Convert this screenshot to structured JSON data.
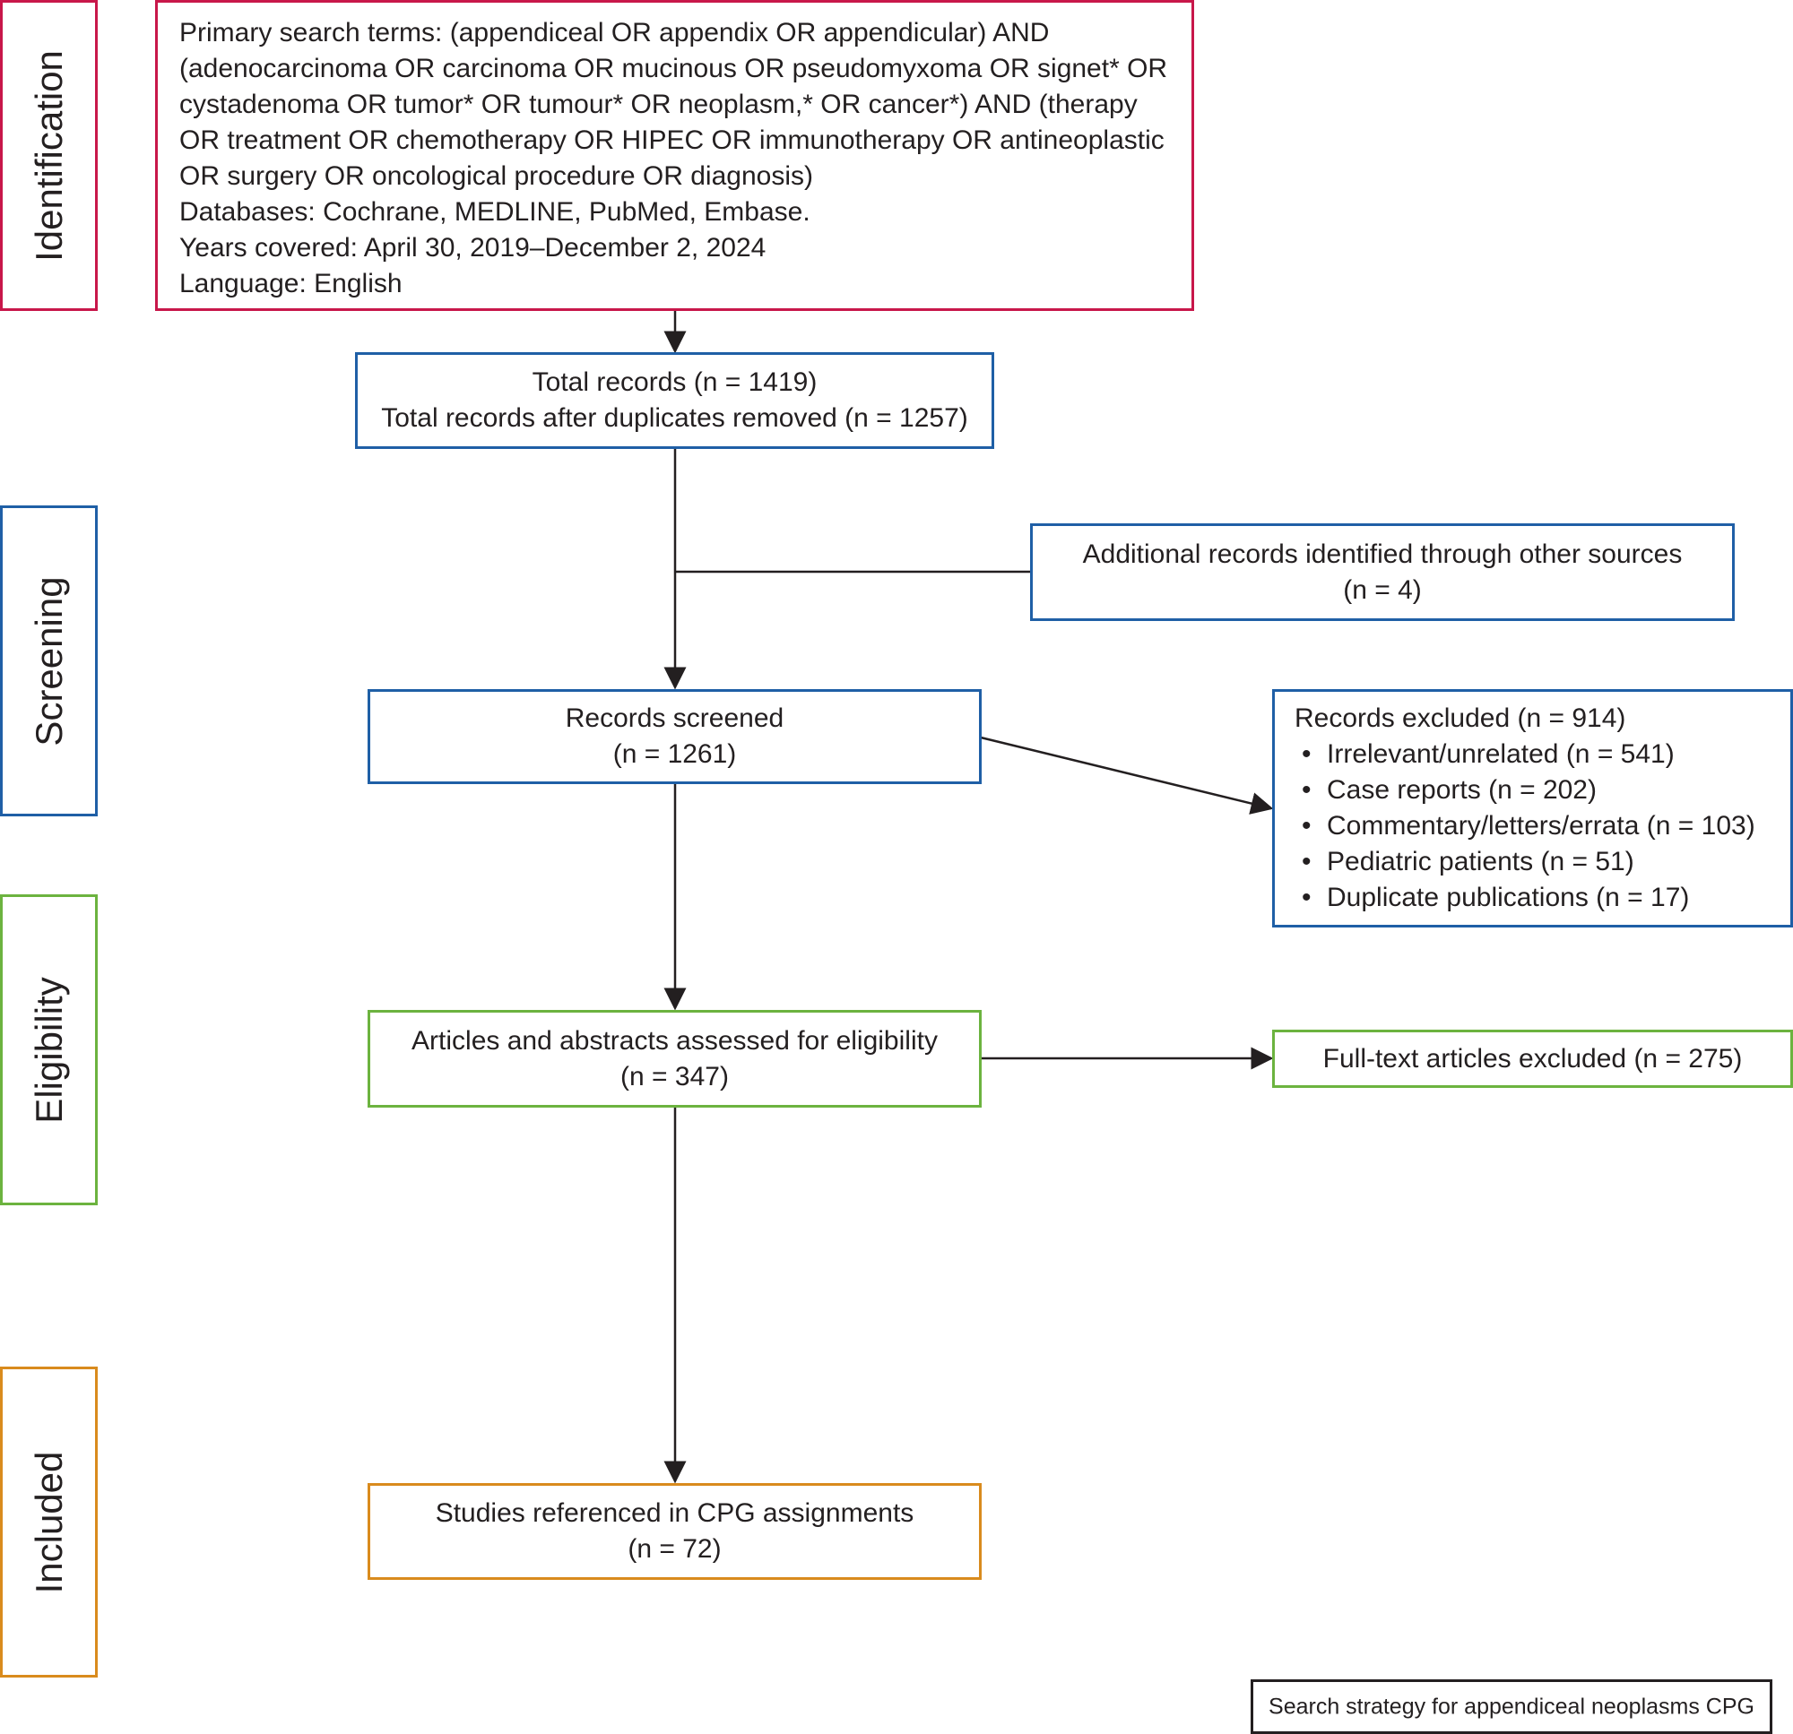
{
  "stages": [
    {
      "label": "Identification",
      "color": "#c8174a"
    },
    {
      "label": "Screening",
      "color": "#1f5fa6"
    },
    {
      "label": "Eligibility",
      "color": "#6cb33f"
    },
    {
      "label": "Included",
      "color": "#d98b1d"
    }
  ],
  "search": {
    "lines": [
      "Primary search terms: (appendiceal OR appendix OR appendicular) AND",
      "(adenocarcinoma OR carcinoma OR mucinous OR pseudomyxoma OR signet* OR",
      "cystadenoma OR tumor* OR tumour* OR neoplasm,* OR cancer*) AND (therapy",
      "OR treatment OR chemotherapy OR HIPEC OR immunotherapy OR antineoplastic",
      "OR surgery OR oncological procedure OR diagnosis)",
      "Databases: Cochrane, MEDLINE, PubMed, Embase.",
      "Years covered: April 30, 2019–December 2, 2024",
      "Language: English"
    ]
  },
  "total_records": {
    "line1": "Total records (n = 1419)",
    "line2": "Total records after duplicates removed (n = 1257)"
  },
  "additional_records": {
    "line1": "Additional records identified through other sources",
    "line2": "(n = 4)"
  },
  "records_screened": {
    "line1": "Records screened",
    "line2": "(n = 1261)"
  },
  "records_excluded": {
    "title": "Records excluded (n = 914)",
    "items": [
      "Irrelevant/unrelated (n = 541)",
      "Case reports (n = 202)",
      "Commentary/letters/errata (n = 103)",
      "Pediatric patients (n = 51)",
      "Duplicate publications (n = 17)"
    ]
  },
  "eligibility": {
    "line1": "Articles and abstracts assessed for eligibility",
    "line2": "(n = 347)"
  },
  "fulltext_excluded": {
    "label": "Full-text articles excluded (n = 275)"
  },
  "included": {
    "line1": "Studies referenced in CPG assignments",
    "line2": "(n = 72)"
  },
  "caption": "Search strategy for appendiceal neoplasms CPG"
}
